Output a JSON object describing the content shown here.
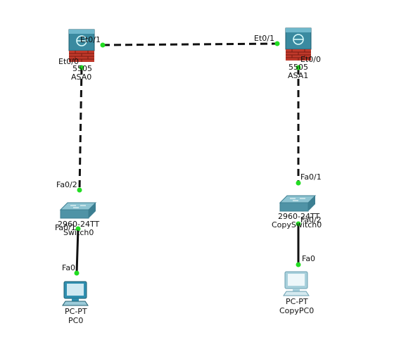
{
  "devices": {
    "asa0": {
      "model": "5505",
      "name": "ASA0"
    },
    "asa1": {
      "model": "5505",
      "name": "ASA1"
    },
    "switch0": {
      "model": "2960-24TT",
      "name": "Switch0"
    },
    "copyswitch0": {
      "model": "2960-24TT",
      "name": "CopySwitch0"
    },
    "pc0": {
      "model": "PC-PT",
      "name": "PC0"
    },
    "copypc0": {
      "model": "PC-PT",
      "name": "CopyPC0"
    }
  },
  "ports": {
    "asa0_et01": "Et0/1",
    "asa0_et00": "Et0/0",
    "asa1_et01": "Et0/1",
    "asa1_et00": "Et0/0",
    "sw0_fa02": "Fa0/2",
    "sw0_fa01": "Fa0/1",
    "csw_fa01": "Fa0/1",
    "csw_fa02": "Fa0/2",
    "pc0_fa0": "Fa0",
    "cpc_fa0": "Fa0"
  },
  "colors": {
    "link": "#111111",
    "port_up": "#22dd22",
    "asa_body": "#3a8aa0",
    "asa_brick": "#c0392b",
    "switch_body": "#5f9fb0",
    "pc_body": "#2f8fb0",
    "copypc_body": "#a8d0dc"
  }
}
